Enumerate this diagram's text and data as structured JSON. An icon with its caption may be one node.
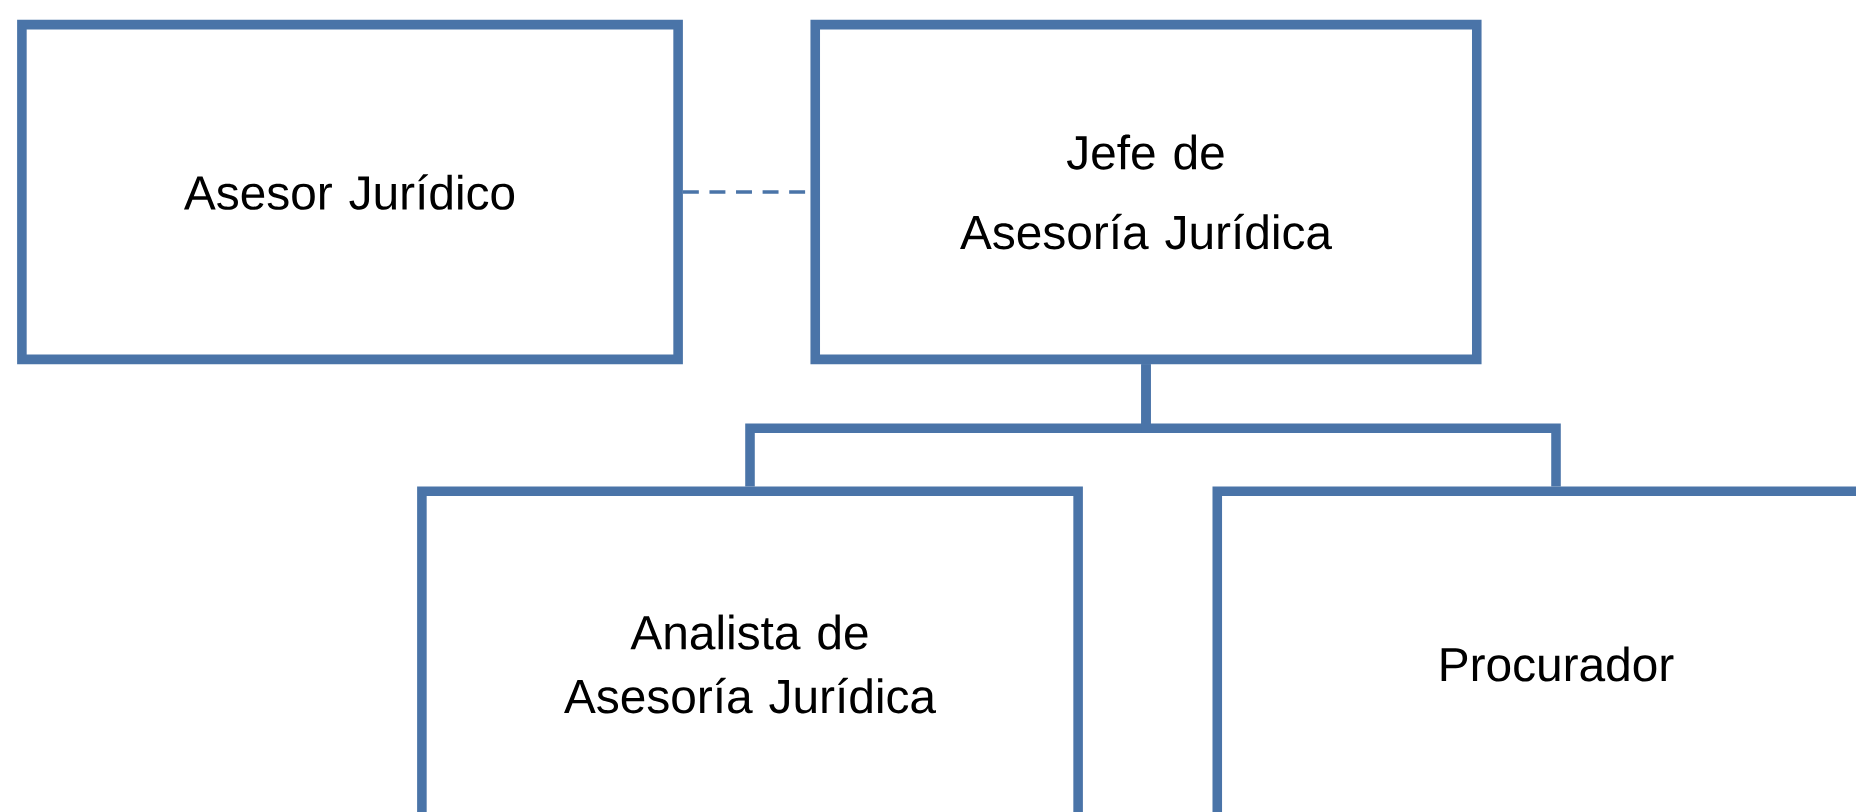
{
  "diagram": {
    "nodes": [
      {
        "text": [
          "Asesor Jurídico"
        ]
      },
      {
        "text": [
          "Jefe de",
          "Asesoría Jurídica"
        ]
      },
      {
        "text": [
          "Analista de Asesoría Jurídica"
        ]
      },
      {
        "text": [
          "Procurador"
        ]
      }
    ],
    "edges": [
      {
        "from": 0,
        "to": 1,
        "arrow": "none",
        "style": "dashed"
      },
      {
        "from": 1,
        "to": 2,
        "arrow": "none"
      },
      {
        "from": 1,
        "to": 3,
        "arrow": "none"
      }
    ]
  }
}
